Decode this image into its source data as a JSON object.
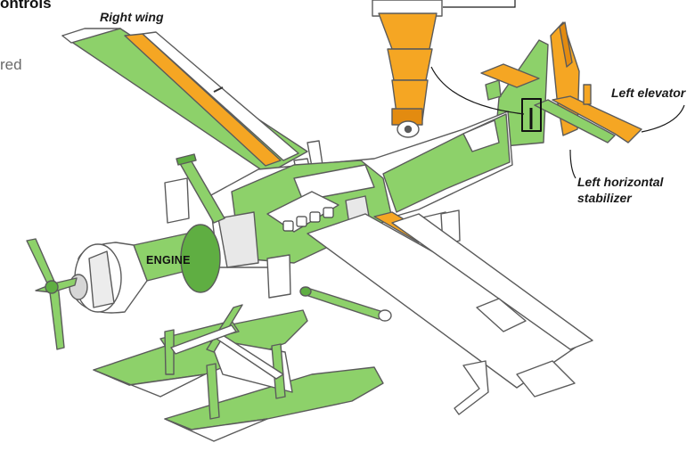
{
  "edge_text": {
    "top": "ontrols",
    "middle": "red"
  },
  "labels": {
    "right_wing": "Right wing",
    "left_elevator": "Left elevator",
    "left_horizontal_stabilizer_line1": "Left horizontal",
    "left_horizontal_stabilizer_line2": "stabilizer",
    "engine": "ENGINE"
  },
  "colors": {
    "green": "#8dd16a",
    "dark_green": "#5fae42",
    "orange": "#f5a623",
    "orange_dark": "#e38b10",
    "outline": "#5b5b5b",
    "white_part": "#ffffff",
    "gray": "#d6d6d6"
  }
}
